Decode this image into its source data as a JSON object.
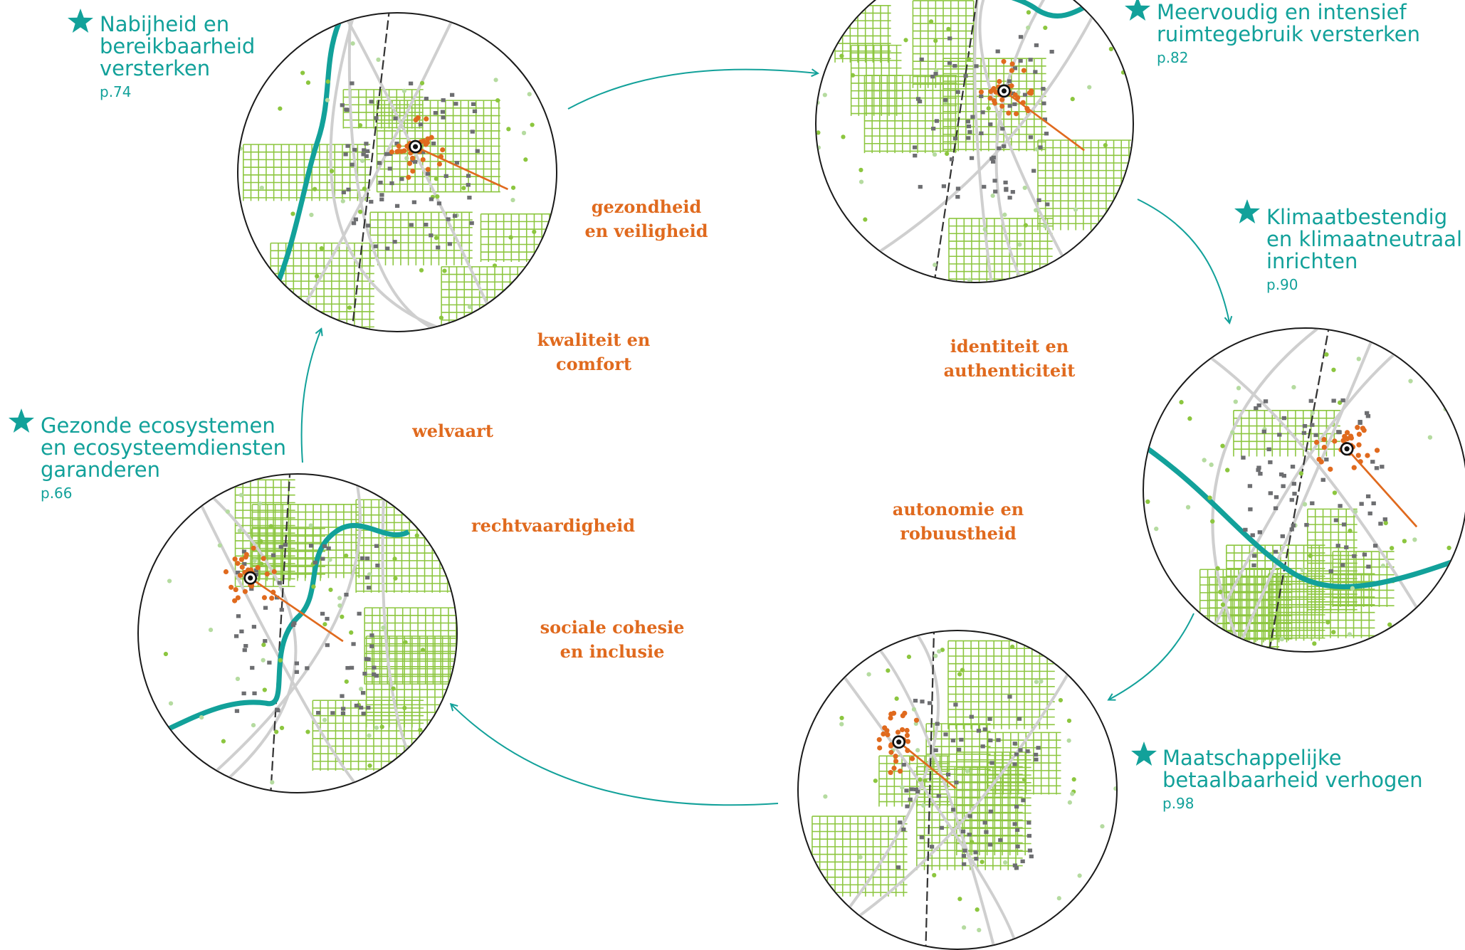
{
  "colors": {
    "accent": "#12a19a",
    "values": "#e06a1e",
    "grid": "#8cc63f",
    "river": "#12a19a",
    "buildings_orange": "#e06a1e",
    "buildings_grey": "#6d6e71"
  },
  "strategies": [
    {
      "id": "nabijheid",
      "lines": [
        "Nabijheid en",
        "bereikbaarheid",
        "versterken"
      ],
      "page": "p.74",
      "icon": "star-icon"
    },
    {
      "id": "ruimtegebruik",
      "lines": [
        "Meervoudig en intensief",
        "ruimtegebruik versterken"
      ],
      "page": "p.82",
      "icon": "star-icon"
    },
    {
      "id": "klimaat",
      "lines": [
        "Klimaatbestendig",
        "en klimaatneutraal",
        "inrichten"
      ],
      "page": "p.90",
      "icon": "star-icon"
    },
    {
      "id": "betaalbaarheid",
      "lines": [
        "Maatschappelijke",
        "betaalbaarheid verhogen"
      ],
      "page": "p.98",
      "icon": "star-icon"
    },
    {
      "id": "ecosystemen",
      "lines": [
        "Gezonde ecosystemen",
        "en ecosysteemdiensten",
        "garanderen"
      ],
      "page": "p.66",
      "icon": "star-icon"
    }
  ],
  "values": [
    {
      "id": "gezondheid",
      "lines": [
        "gezondheid",
        "en veiligheid"
      ]
    },
    {
      "id": "kwaliteit",
      "lines": [
        "kwaliteit en",
        "comfort"
      ]
    },
    {
      "id": "identiteit",
      "lines": [
        "identiteit en",
        "authenticiteit"
      ]
    },
    {
      "id": "welvaart",
      "lines": [
        "welvaart"
      ]
    },
    {
      "id": "autonomie",
      "lines": [
        "autonomie en",
        "robuustheid"
      ]
    },
    {
      "id": "rechtvaardigheid",
      "lines": [
        "rechtvaardigheid"
      ]
    },
    {
      "id": "sociale",
      "lines": [
        "sociale cohesie",
        "en inclusie"
      ]
    }
  ]
}
